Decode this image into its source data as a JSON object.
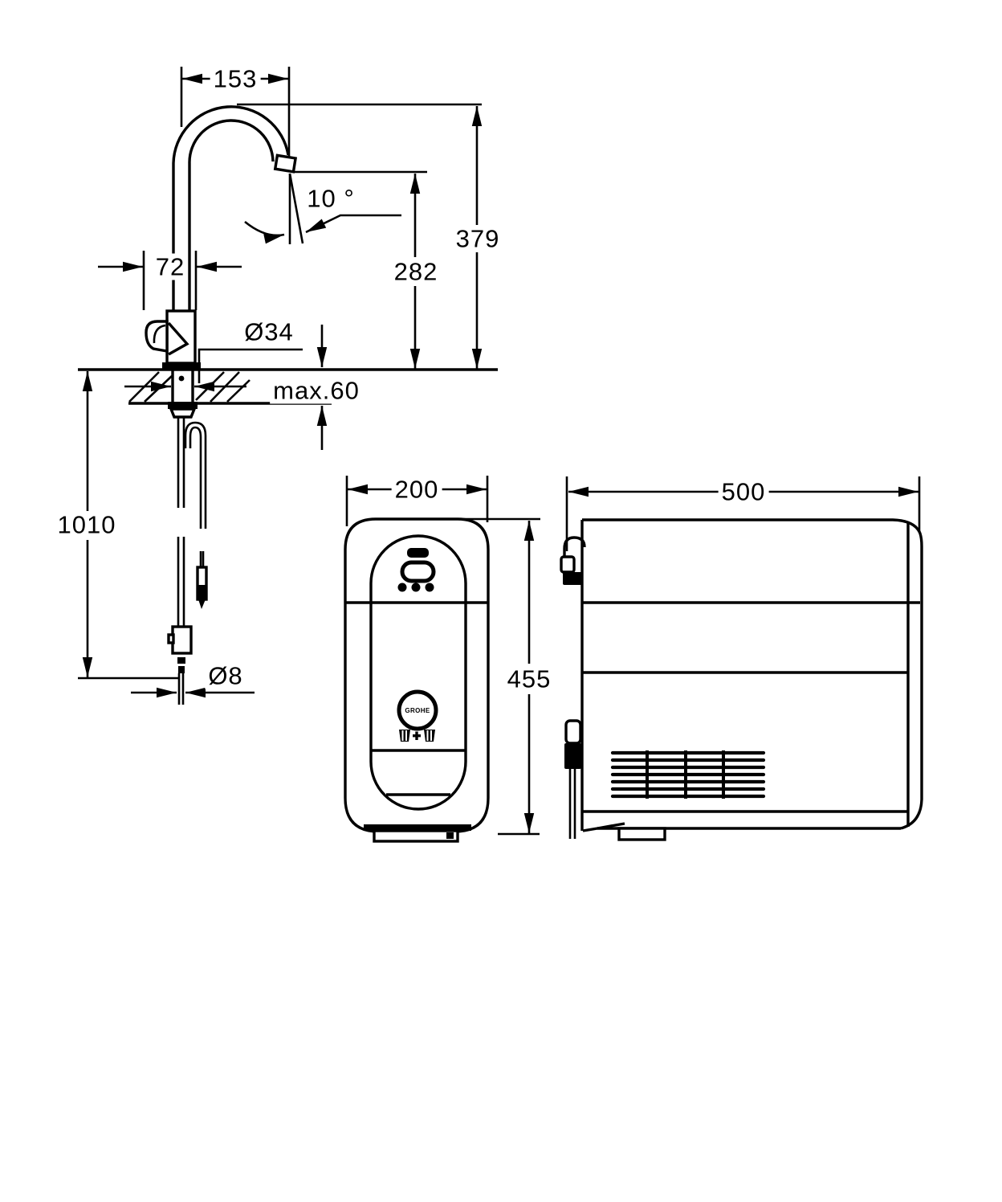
{
  "faucet_view": {
    "spout_reach": "153",
    "spout_angle": "10 °",
    "overall_height": "379",
    "outlet_height": "282",
    "body_width": "72",
    "mounting_hole_diameter": "Ø34",
    "max_deck_thickness": "max.60",
    "hose_length": "1010",
    "hose_diameter": "Ø8"
  },
  "cooler_front_view": {
    "width": "200",
    "height": "455",
    "logo_text": "GROHE"
  },
  "cooler_side_view": {
    "depth": "500"
  },
  "icons": {
    "power_slot": "status-slot-icon",
    "display_pill": "display-window-icon",
    "led_dots": "led-dots-icon",
    "logo_ring": "grohe-logo-icon",
    "water_types": "still-plus-sparkling-icon",
    "vent": "vent-grille-icon"
  },
  "colors": {
    "line": "#000000",
    "background": "#ffffff"
  }
}
